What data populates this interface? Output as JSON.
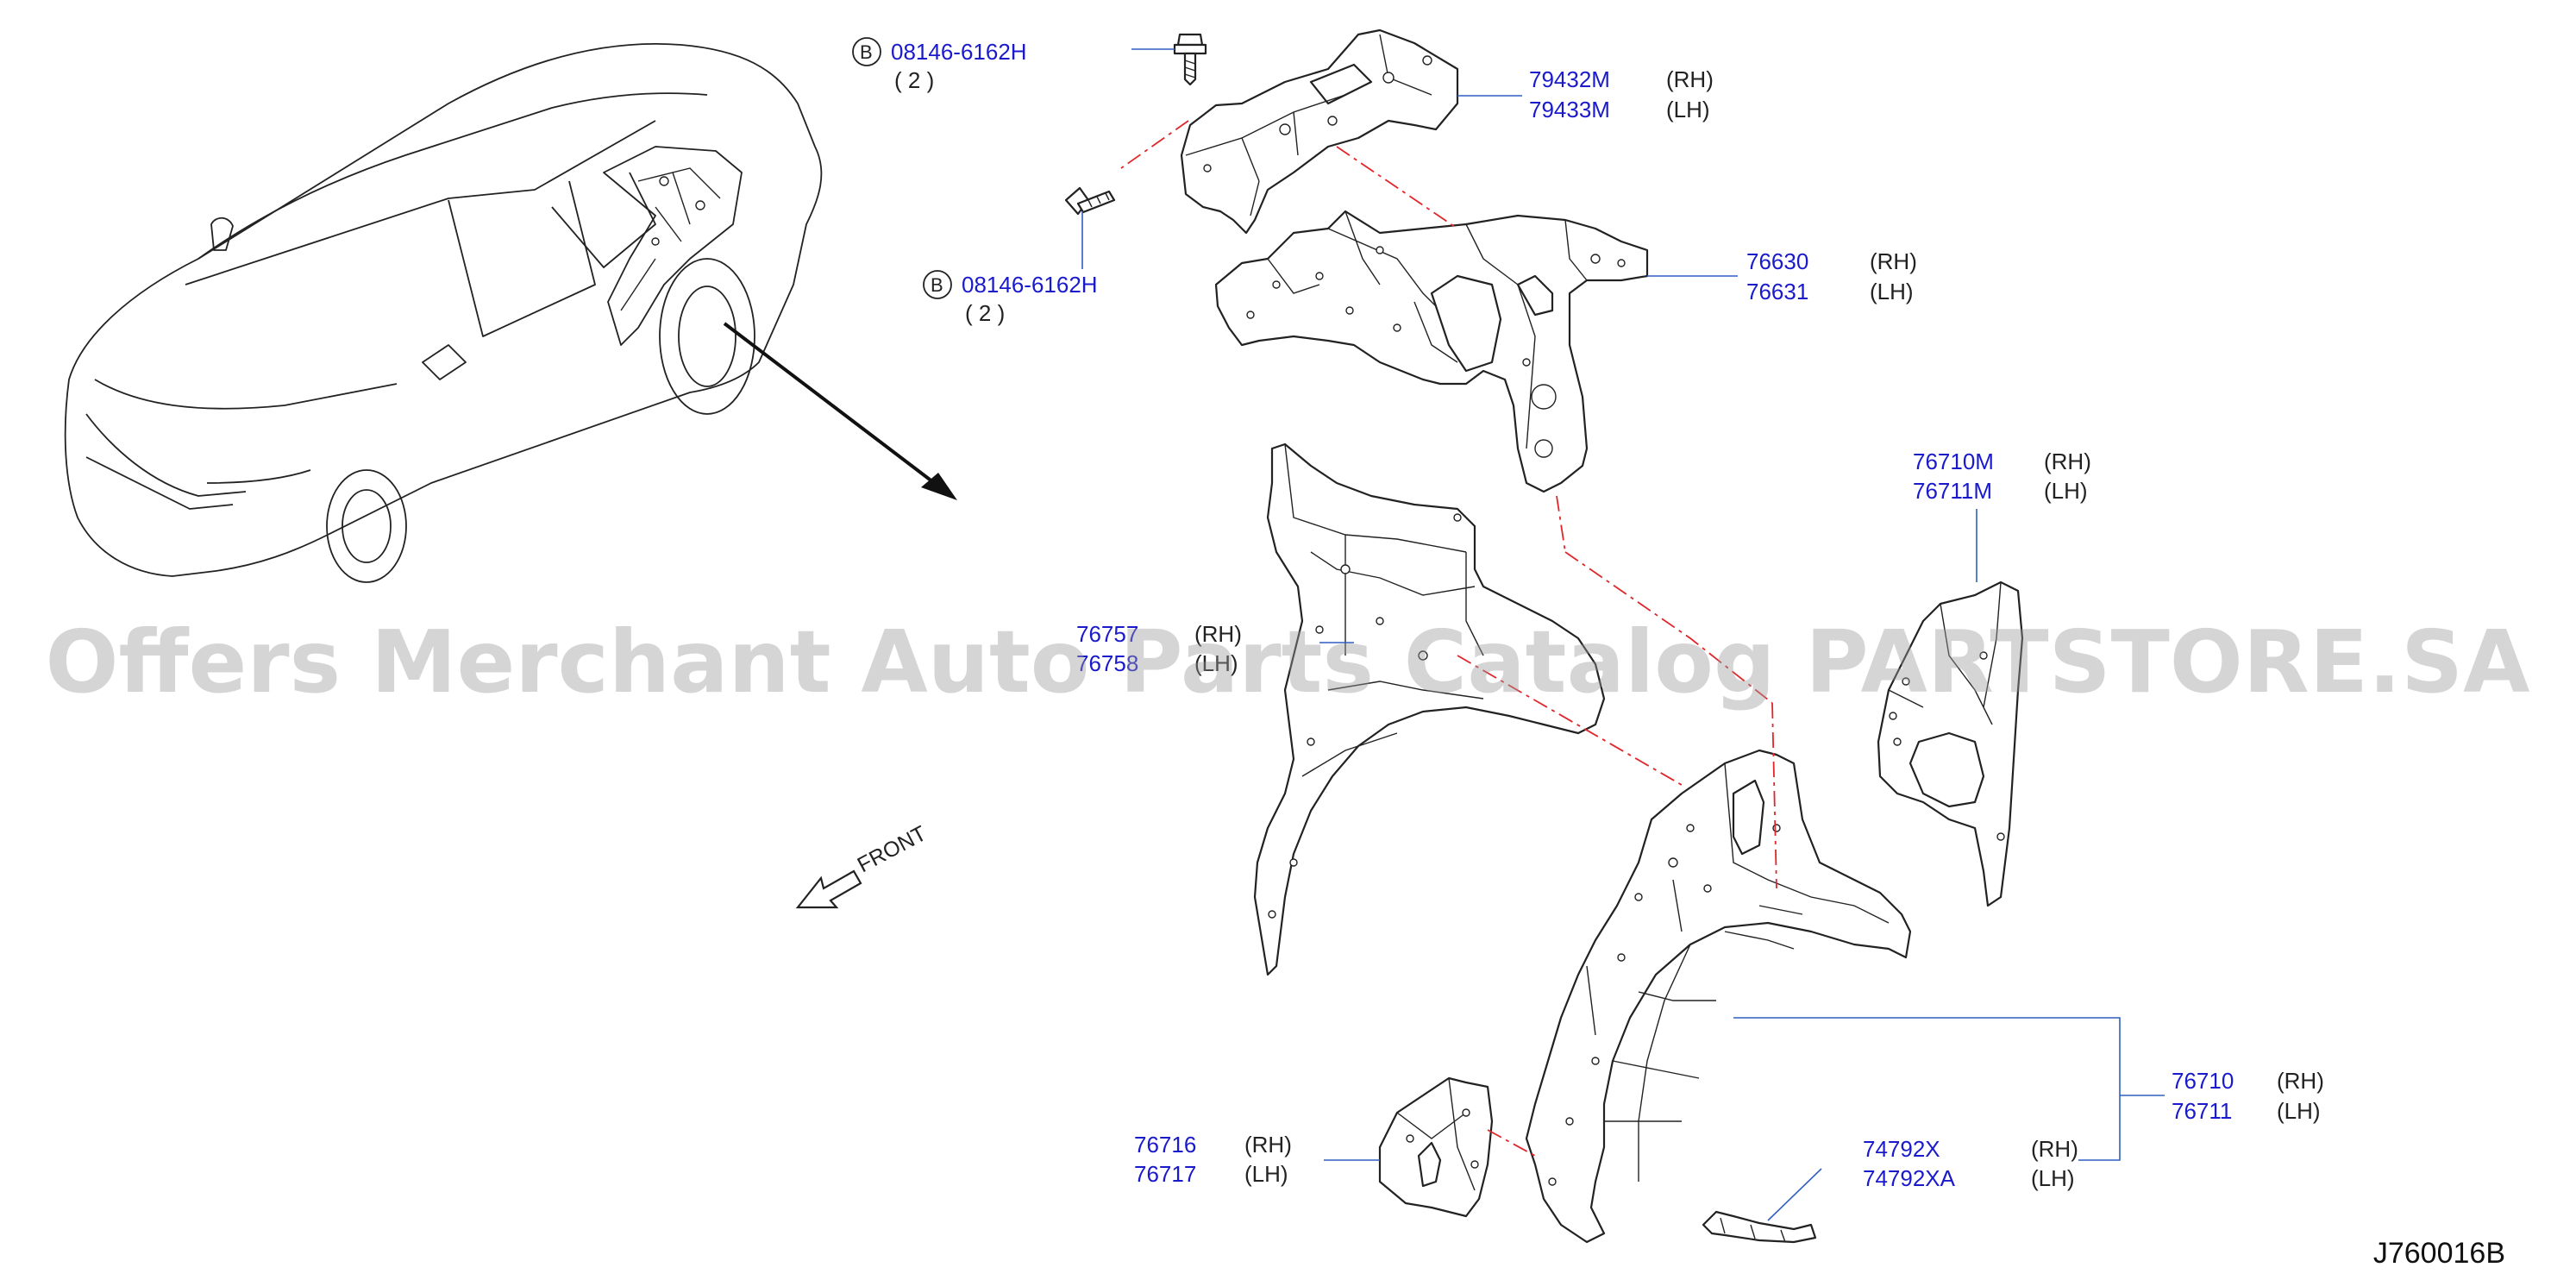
{
  "watermark": "Offers Merchant Auto Parts Catalog PARTSTORE.SA",
  "diagram_id": "J760016B",
  "front_label": "FRONT",
  "bolt_upper": {
    "badge": "B",
    "part_number": "08146-6162H",
    "qty": "( 2 )"
  },
  "bolt_lower": {
    "badge": "B",
    "part_number": "08146-6162H",
    "qty": "( 2 )"
  },
  "callouts": {
    "c79432": {
      "pn_rh": "79432M",
      "pn_lh": "79433M",
      "side_rh": "(RH)",
      "side_lh": "(LH)"
    },
    "c76630": {
      "pn_rh": "76630",
      "pn_lh": "76631",
      "side_rh": "(RH)",
      "side_lh": "(LH)"
    },
    "c76710m": {
      "pn_rh": "76710M",
      "pn_lh": "76711M",
      "side_rh": "(RH)",
      "side_lh": "(LH)"
    },
    "c7675": {
      "pn_rh": "76757",
      "pn_lh": "76758",
      "side_rh": "(RH)",
      "side_lh": "(LH)"
    },
    "c76710": {
      "pn_rh": "76710",
      "pn_lh": "76711",
      "side_rh": "(RH)",
      "side_lh": "(LH)"
    },
    "c76716": {
      "pn_rh": "76716",
      "pn_lh": "76717",
      "side_rh": "(RH)",
      "side_lh": "(LH)"
    },
    "c74792": {
      "pn_rh": "74792X",
      "pn_lh": "74792XA",
      "side_rh": "(RH)",
      "side_lh": "(LH)"
    }
  },
  "colors": {
    "part_number": "#1a1acd",
    "leader_line": "#2f5fbf",
    "dashed_line": "#e0262a",
    "watermark": "#9a9a9a"
  }
}
